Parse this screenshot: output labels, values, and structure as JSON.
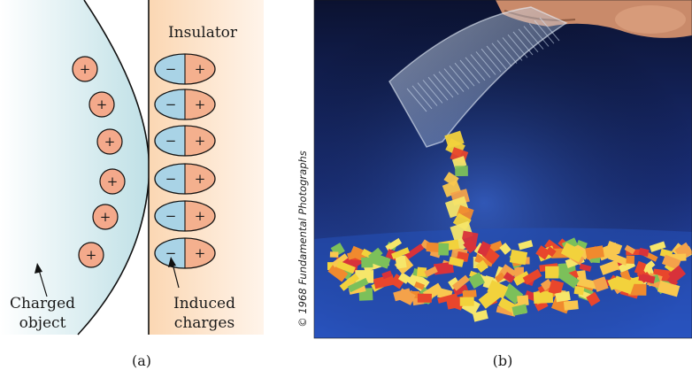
{
  "panel_a": {
    "insulator_label": "Insulator",
    "charged_object_label": [
      "Charged",
      "object"
    ],
    "induced_label": [
      "Induced",
      "charges"
    ],
    "caption": "(a)",
    "positive_sign": "+",
    "negative_sign": "−",
    "charge_count": 6,
    "dipole_count": 6,
    "colors": {
      "object_fill": "#cfe8ec",
      "insulator_fill": "#fbe0c4",
      "charge_fill": "#f4a98b",
      "dipole_negative": "#a9d3e6",
      "dipole_positive": "#f4b08e"
    }
  },
  "panel_b": {
    "credit": "© 1968 Fundamental Photographs",
    "caption": "(b)",
    "photo_description_icon": "comb-attracting-paper-confetti"
  }
}
